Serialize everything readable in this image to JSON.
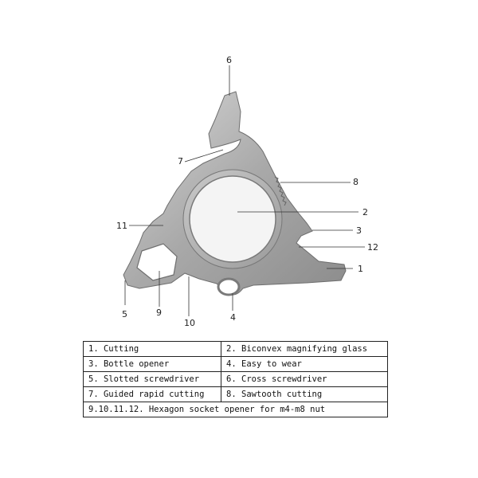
{
  "callouts": {
    "c1": "1",
    "c2": "2",
    "c3": "3",
    "c4": "4",
    "c5": "5",
    "c6": "6",
    "c7": "7",
    "c8": "8",
    "c9": "9",
    "c10": "10",
    "c11": "11",
    "c12": "12"
  },
  "legend": {
    "rows": [
      [
        "1. Cutting",
        "2. Biconvex magnifying glass"
      ],
      [
        "3. Bottle opener",
        "4. Easy to wear"
      ],
      [
        "5. Slotted screwdriver",
        "6. Cross screwdriver"
      ],
      [
        "7. Guided rapid cutting",
        "8. Sawtooth cutting"
      ]
    ],
    "last_row": "9.10.11.12.  Hexagon socket opener for m4-m8 nut"
  },
  "colors": {
    "metal_dark": "#8a8a8a",
    "metal_mid": "#b4b4b4",
    "metal_light": "#dcdcdc",
    "line": "#333333"
  }
}
